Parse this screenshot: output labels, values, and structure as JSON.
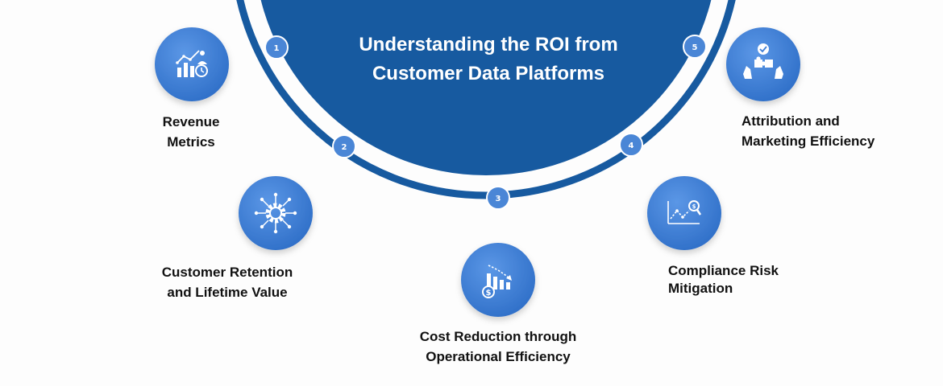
{
  "title": {
    "line1": "Understanding the ROI from",
    "line2": "Customer Data Platforms"
  },
  "colors": {
    "primary": "#175aa0",
    "badge": "#4a86d6",
    "icon_circle": "#3f7fd6",
    "text": "#111111",
    "background": "#fdfdfd"
  },
  "items": [
    {
      "number": "1",
      "line1": "Revenue",
      "line2": "Metrics",
      "icon": "revenue-chart-icon"
    },
    {
      "number": "2",
      "line1": "Customer Retention",
      "line2": "and Lifetime Value",
      "icon": "gear-network-icon"
    },
    {
      "number": "3",
      "line1": "Cost Reduction through",
      "line2": "Operational Efficiency",
      "icon": "cost-decline-icon"
    },
    {
      "number": "4",
      "line1": "Compliance Risk",
      "line2": "Mitigation",
      "icon": "risk-analysis-icon"
    },
    {
      "number": "5",
      "line1": "Attribution and",
      "line2": "Marketing Efficiency",
      "icon": "puzzle-hands-icon"
    }
  ]
}
